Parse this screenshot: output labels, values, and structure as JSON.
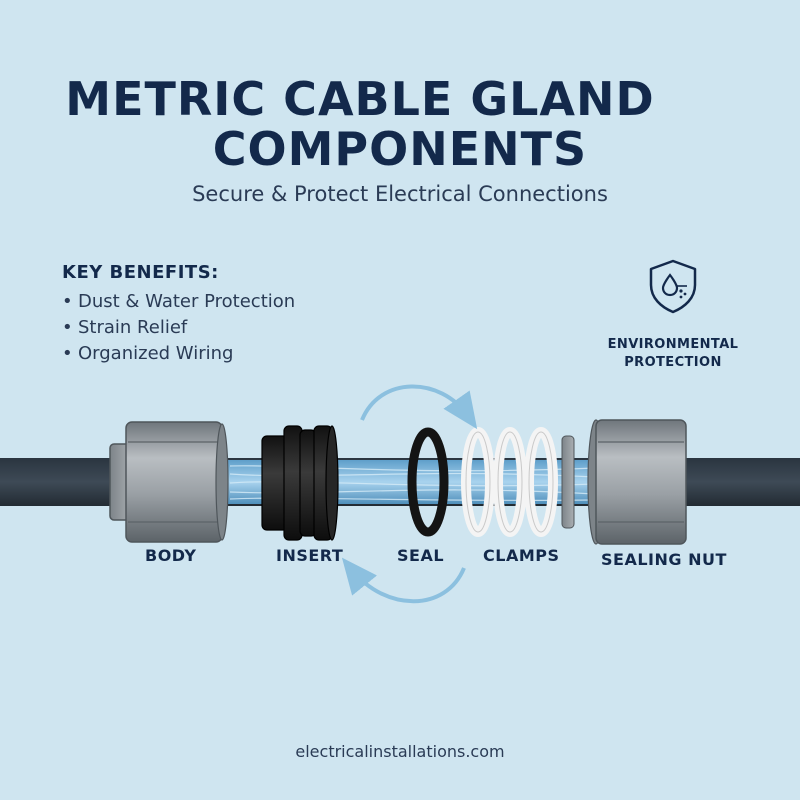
{
  "header": {
    "title_line1": "METRIC CABLE GLAND",
    "title_line2": "COMPONENTS",
    "subtitle": "Secure & Protect Electrical Connections"
  },
  "benefits": {
    "heading": "KEY BENEFITS:",
    "items": [
      "Dust & Water Protection",
      "Strain Relief",
      "Organized Wiring"
    ]
  },
  "environment_badge": {
    "icon": "shield-water-drop-icon",
    "label": "ENVIRONMENTAL PROTECTION"
  },
  "components": {
    "body": "BODY",
    "insert": "INSERT",
    "seal": "SEAL",
    "clamps": "CLAMPS",
    "sealing_nut": "SEALING NUT"
  },
  "footer": {
    "website": "electricalinstallations.com"
  },
  "colors": {
    "background": "#cfe5f0",
    "text_dark": "#13294b",
    "cable": "#2f3a44",
    "wire": "#7fb7dc",
    "metal": "#8f959a",
    "arrow": "#8cc0df"
  }
}
